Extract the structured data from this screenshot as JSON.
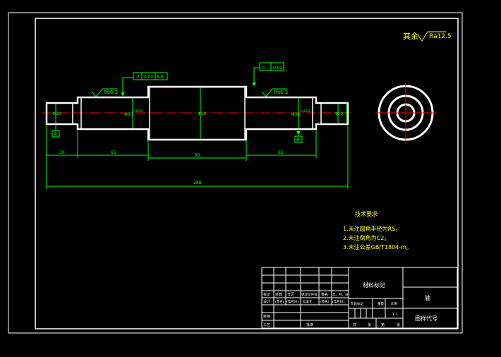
{
  "title_note": "其余",
  "roughness_general": "Ra12.5",
  "roughness_left": "Ra6.3",
  "roughness_right": "Ra6.3",
  "tolerance_left": {
    "symbol": "↗",
    "value": "0.02",
    "datum": "A-B"
  },
  "tolerance_right": {
    "symbol": "⌭",
    "value": "0.02"
  },
  "datum_a": "A",
  "datum_b": "B",
  "diameter_labels": {
    "left_end": "Φ20",
    "left_mid": "Φ30",
    "left_mid_tol": "+0.02",
    "center": "Φ50",
    "right_mid": "Φ30",
    "right_mid_tol": "+0.02",
    "right_end": "Φ20"
  },
  "lengths": {
    "seg1": "30",
    "seg2": "65",
    "seg3": "90",
    "seg4": "65",
    "total": "288"
  },
  "tech": {
    "heading": "技术要求",
    "items": [
      "1.未注圆角半径为R5。",
      "2.未注倒角为C2。",
      "3.未注公差GB/T1804-m。"
    ]
  },
  "title_block": {
    "material": "材料标记",
    "part_name": "轴",
    "drawing_no": "图样代号",
    "scale": "1:1",
    "row_labels_top": [
      "标记",
      "处数",
      "分区",
      "更改文件号",
      "签名",
      "年、月、日"
    ],
    "row_labels_2": [
      "设计",
      "(签名)",
      "(年月日)",
      "标准化",
      "(签名)",
      "(年月日)"
    ],
    "row_labels_3": [
      "审核"
    ],
    "row_labels_4": [
      "工艺",
      "批准"
    ],
    "stage_labels": [
      "阶段标记",
      "重量",
      "比例"
    ],
    "sheet_labels": [
      "共",
      "张",
      "第",
      "张"
    ]
  },
  "colors": {
    "outline": "#ffffff",
    "dimension": "#00ff00",
    "annotation": "#ffff00",
    "centerline": "#ff0000",
    "background": "#000000"
  }
}
